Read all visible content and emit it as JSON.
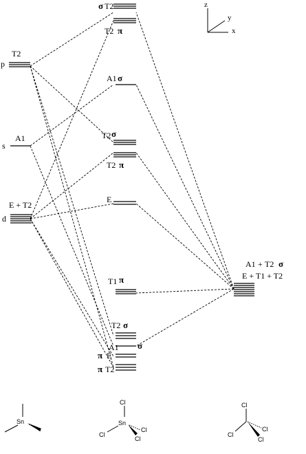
{
  "axes": {
    "z": "z",
    "y": "y",
    "x": "x"
  },
  "left_levels": {
    "p": {
      "name": "p",
      "sym": "T2"
    },
    "s": {
      "name": "s",
      "sym": "A1"
    },
    "d": {
      "name": "d",
      "sym": "E + T2"
    }
  },
  "mid_levels": [
    {
      "id": "sT2_top",
      "prefix": "σ",
      "sym": "T2"
    },
    {
      "id": "T2pi_top",
      "sym": "T2",
      "suffix": "π"
    },
    {
      "id": "A1sigma",
      "sym": "A1",
      "suffix": "σ"
    },
    {
      "id": "T2sigma_mid",
      "sym": "T2",
      "suffix": "σ"
    },
    {
      "id": "T2pi_mid",
      "sym": "T2",
      "suffix": "π"
    },
    {
      "id": "E_mid",
      "sym": "E"
    },
    {
      "id": "T1pi",
      "sym": "T1",
      "suffix": "π"
    },
    {
      "id": "T2sigma_low",
      "sym": "T2",
      "suffix": "σ"
    },
    {
      "id": "A1sigma_low",
      "sym": "A1",
      "suffix": "σ"
    },
    {
      "id": "E_low",
      "prefix": "π",
      "sym": "E"
    },
    {
      "id": "T2_low",
      "prefix": "π",
      "sym": "T2"
    }
  ],
  "right_level": {
    "line1_a": "A1",
    "line1_plus": "+",
    "line1_b": "T2",
    "line1_sym": "σ",
    "line2": "E + T1 + T2"
  },
  "molecules": {
    "sn_left": {
      "center": "Sn"
    },
    "sncl4": {
      "center": "Sn",
      "ligand": "Cl"
    },
    "ccl4": {
      "ligand": "Cl"
    }
  }
}
